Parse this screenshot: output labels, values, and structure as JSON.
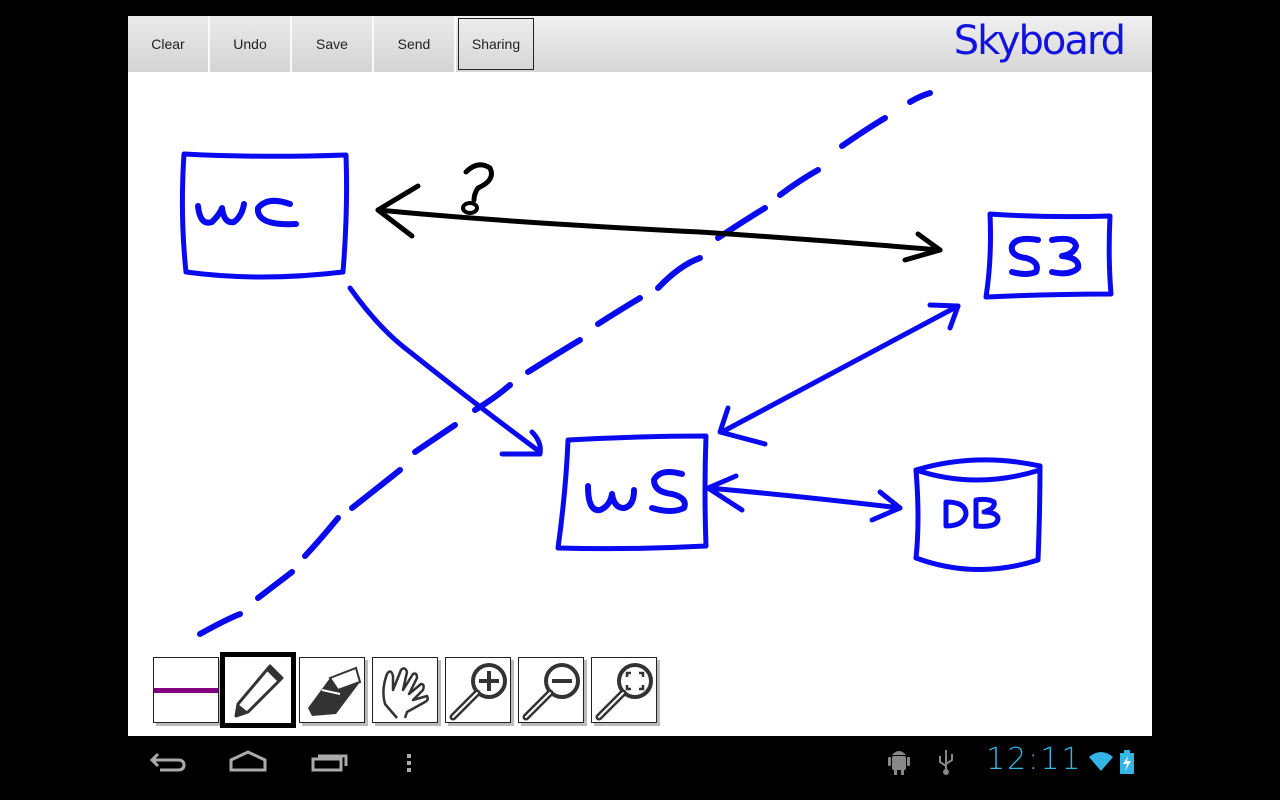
{
  "app": {
    "name": "Skyboard",
    "toolbar": {
      "buttons": [
        {
          "label": "Clear"
        },
        {
          "label": "Undo"
        },
        {
          "label": "Save"
        },
        {
          "label": "Send"
        },
        {
          "label": "Sharing",
          "active": true
        }
      ]
    },
    "logo_color": "#1313e0"
  },
  "drawing": {
    "ink_blue": "#0a0af0",
    "ink_black": "#000000",
    "labels": [
      {
        "text": "WC",
        "shape": "box"
      },
      {
        "text": "S3",
        "shape": "box"
      },
      {
        "text": "WS",
        "shape": "box"
      },
      {
        "text": "DB",
        "shape": "cylinder"
      },
      {
        "text": "?",
        "shape": "annotation"
      }
    ]
  },
  "tools": [
    {
      "name": "color-stroke",
      "color": "#800080"
    },
    {
      "name": "pencil",
      "selected": true
    },
    {
      "name": "eraser"
    },
    {
      "name": "pan-hand"
    },
    {
      "name": "zoom-in"
    },
    {
      "name": "zoom-out"
    },
    {
      "name": "zoom-fit"
    }
  ],
  "system_bar": {
    "nav": [
      "back",
      "home",
      "recent-apps",
      "menu"
    ],
    "status_icons": [
      "android-debug",
      "usb"
    ],
    "time": "12:11",
    "time_color": "#33b5e5",
    "wifi": "full",
    "battery": "charging"
  }
}
